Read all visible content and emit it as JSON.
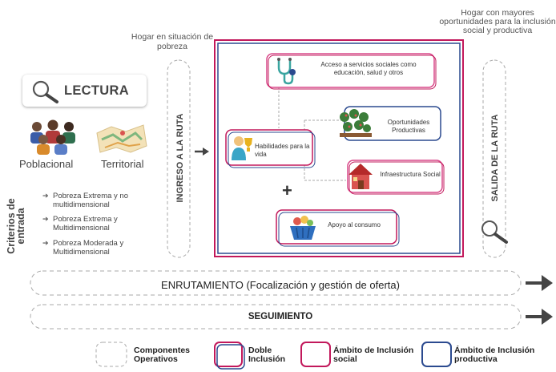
{
  "top_left_label": "Hogar en situación de pobreza",
  "top_right_label": "Hogar con mayores oportunidades para la inclusión social y productiva",
  "lectura": {
    "title": "LECTURA",
    "items": [
      "Poblacional",
      "Territorial"
    ]
  },
  "criterios": {
    "title": "Criterios de entrada",
    "items": [
      "Pobreza Extrema y no multidimensional",
      "Pobreza Extrema y Multidimensional",
      "Pobreza Moderada  y Multidimensional"
    ]
  },
  "ingreso_label": "INGRESO A LA RUTA",
  "salida_label": "SALIDA DE LA RUTA",
  "boxes": {
    "acceso": "Acceso a servicios sociales como educación, salud y otros",
    "oportunidades": "Oportunidades Productivas",
    "habilidades": "Habilidades para la vida",
    "infraestructura": "Infraestructura Social",
    "apoyo": "Apoyo al consumo"
  },
  "plus_sign": "+",
  "enrutamiento": "ENRUTAMIENTO (Focalización y gestión de oferta)",
  "seguimiento": "SEGUIMIENTO",
  "legend": [
    {
      "label": "Componentes Operativos",
      "style": "dashed",
      "color": "#aaaaaa"
    },
    {
      "label": "Doble Inclusión",
      "style": "double",
      "color": "#c2185b"
    },
    {
      "label": "Ámbito de Inclusión social",
      "style": "solid",
      "color": "#c2185b"
    },
    {
      "label": "Ámbito de Inclusión productiva",
      "style": "solid",
      "color": "#2b4a8f"
    }
  ],
  "colors": {
    "magenta": "#c2185b",
    "pink": "#d9488a",
    "navy": "#2b4a8f",
    "dashed": "#aaaaaa"
  },
  "icons": [
    "search-icon",
    "people-icon",
    "map-icon",
    "stethoscope-icon",
    "trophy-person-icon",
    "plants-icon",
    "house-icon",
    "basket-icon",
    "arrow-right-icon"
  ]
}
